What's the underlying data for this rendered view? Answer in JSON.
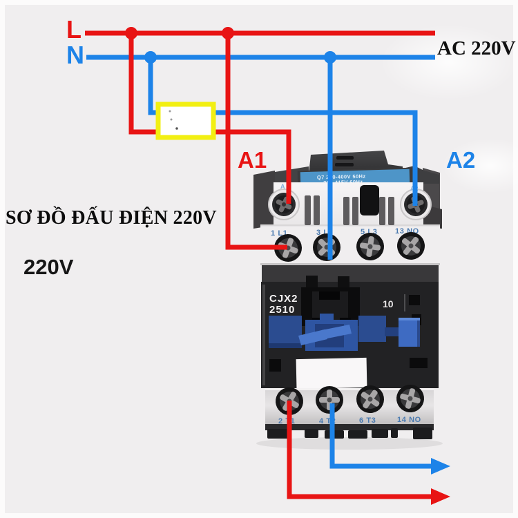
{
  "page": {
    "background": "#f0eeef",
    "frame": "#fcfbfb"
  },
  "labels": {
    "line_l": "L",
    "line_n": "N",
    "source": "AC 220V",
    "coil_a1": "A1",
    "coil_a2": "A2",
    "title": "SƠ ĐỒ ĐẤU ĐIỆN 220V",
    "voltage": "220V"
  },
  "contactor": {
    "rating_line1": "Q7 220-400V 50Hz",
    "rating_line2": "380-415V 60Hz",
    "coil_mark_left": "A",
    "coil_mark_right": "A2",
    "model_line1": "CJX2",
    "model_line2": "2510",
    "aux_code": "10",
    "top_terminals": [
      "1 L1",
      "3 L2",
      "5 L3",
      "13 NO"
    ],
    "bottom_terminals": [
      "2 T1",
      "4 T2",
      "6 T3",
      "14 NO"
    ]
  },
  "colors": {
    "wire_red": "#e81414",
    "wire_blue": "#1d83e8",
    "switch_box_yellow": "#f2ef12",
    "terminal_label_blue": "#4a7ab0"
  }
}
